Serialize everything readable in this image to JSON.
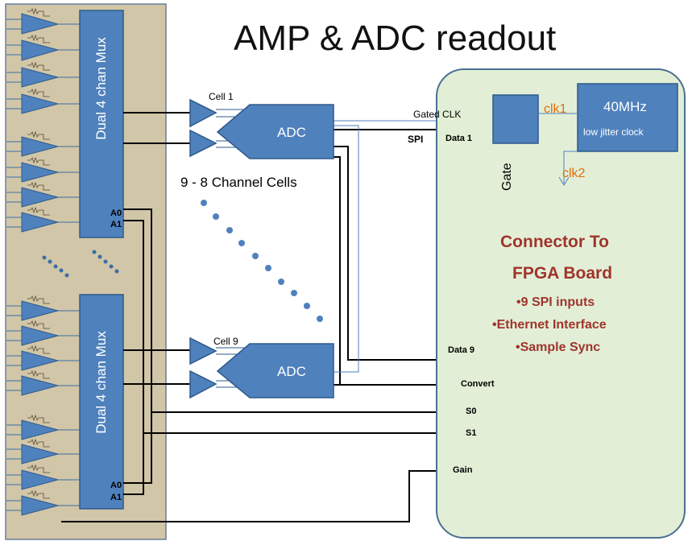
{
  "title": "AMP & ADC readout",
  "mux_top": {
    "label": "Dual  4 chan Mux",
    "a0": "A0",
    "a1": "A1"
  },
  "mux_bottom": {
    "label": "Dual  4 chan Mux",
    "a0": "A0",
    "a1": "A1"
  },
  "cells": {
    "cell1": "Cell 1",
    "cell9": "Cell 9",
    "caption": "9 - 8 Channel  Cells"
  },
  "adc_top": {
    "label": "ADC"
  },
  "adc_bottom": {
    "label": "ADC"
  },
  "clock": {
    "line1": "40MHz",
    "line2": "low jitter clock",
    "clk1": "clk1",
    "clk2": "clk2"
  },
  "gate": {
    "label": "Gate"
  },
  "signals": {
    "gated_clk": "Gated CLK",
    "spi": "SPI",
    "data1": "Data 1",
    "data9": "Data 9",
    "convert": "Convert",
    "s0": "S0",
    "s1": "S1",
    "gain": "Gain"
  },
  "connector": {
    "title_line1": "Connector To",
    "title_line2": "FPGA Board",
    "bullets": [
      "•9  SPI inputs",
      "•Ethernet  Interface",
      "•Sample Sync"
    ]
  },
  "colors": {
    "panel_fill": "#d1c6a8",
    "block_fill": "#4f81bd",
    "block_stroke": "#2e5a8c",
    "connector_fill": "#e2efd6",
    "connector_stroke": "#4a7190",
    "accent_orange": "#e36c0a",
    "accent_red": "#a0342c"
  }
}
